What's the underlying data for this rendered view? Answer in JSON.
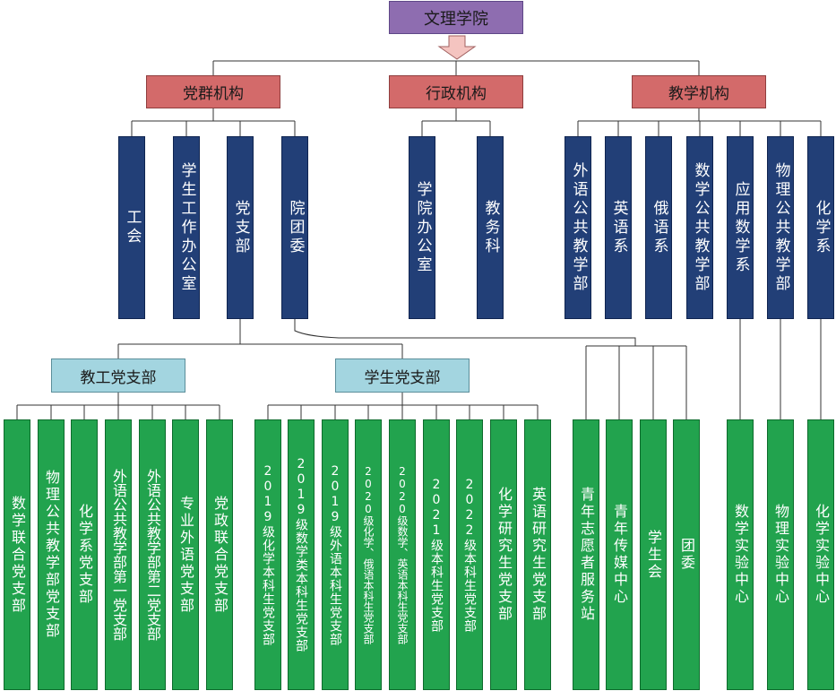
{
  "root": "文理学院",
  "categories": {
    "party": "党群机构",
    "admin": "行政机构",
    "teaching": "教学机构"
  },
  "party_units": [
    "工会",
    "学生工作办公室",
    "党支部",
    "院团委"
  ],
  "admin_units": [
    "学院办公室",
    "教务科"
  ],
  "teaching_units": [
    "外语公共教学部",
    "英语系",
    "俄语系",
    "数学公共教学部",
    "应用数学系",
    "物理公共教学部",
    "化学系"
  ],
  "branch_groups": {
    "staff": "教工党支部",
    "student": "学生党支部"
  },
  "staff_branches": [
    "数学联合党支部",
    "物理公共教学部党支部",
    "化学系党支部",
    "外语公共教学部第一党支部",
    "外语公共教学部第二党支部",
    "专业外语党支部",
    "党政联合党支部"
  ],
  "student_branches": [
    "2019级化学本科生党支部",
    "2019级数学类本科生党支部",
    "2019级外语本科生党支部",
    "2020级化学、俄语本科生党支部",
    "2020级数学、英语本科生党支部",
    "2021级本科生党支部",
    "2022级本科生党支部",
    "化学研究生党支部",
    "英语研究生党支部"
  ],
  "league_units": [
    "青年志愿者服务站",
    "青年传媒中心",
    "学生会",
    "团委"
  ],
  "labs": [
    "数学实验中心",
    "物理实验中心",
    "化学实验中心"
  ],
  "colors": {
    "root": "#8e6db0",
    "category": "#d36a6a",
    "unit": "#223f77",
    "branch_group": "#a3d5e0",
    "leaf": "#22a34e",
    "arrow": "#f4c4c0",
    "line": "#333333"
  }
}
